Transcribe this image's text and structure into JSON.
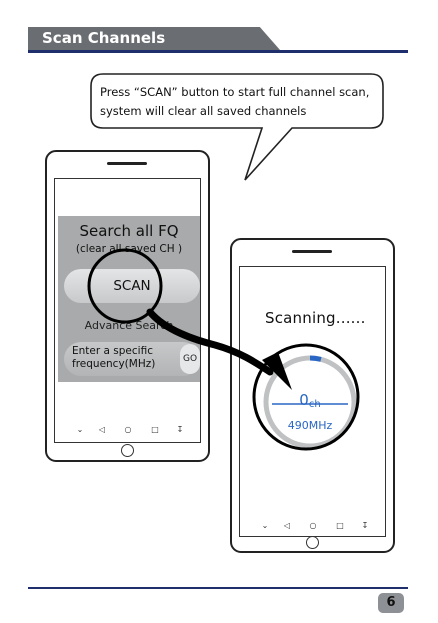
{
  "section": {
    "title": "Scan Channels"
  },
  "callout": {
    "text": "Press  “SCAN”  button to start full channel scan, system will clear all saved channels"
  },
  "left_phone": {
    "panel_title": "Search all FQ",
    "panel_subtitle": "(clear all saved CH )",
    "scan_label": "SCAN",
    "advance_label": "Advance Search",
    "frequency_label": "Enter a specific frequency(MHz)",
    "go_label": "GO",
    "nav_icons": [
      "chevron-down-icon",
      "back-icon",
      "home-icon",
      "recents-icon",
      "menu-icon"
    ]
  },
  "right_phone": {
    "status": "Scanning......",
    "channel_count": "0",
    "channel_unit": "ch",
    "frequency": "490MHz",
    "scan_progress": 0.04,
    "nav_icons": [
      "chevron-down-icon",
      "back-icon",
      "home-icon",
      "recents-icon",
      "menu-icon"
    ]
  },
  "footer": {
    "page_number": "6"
  },
  "colors": {
    "accent_blue": "#2a66c4",
    "rule_navy": "#1f2f6e",
    "header_gray": "#6a6e73"
  }
}
